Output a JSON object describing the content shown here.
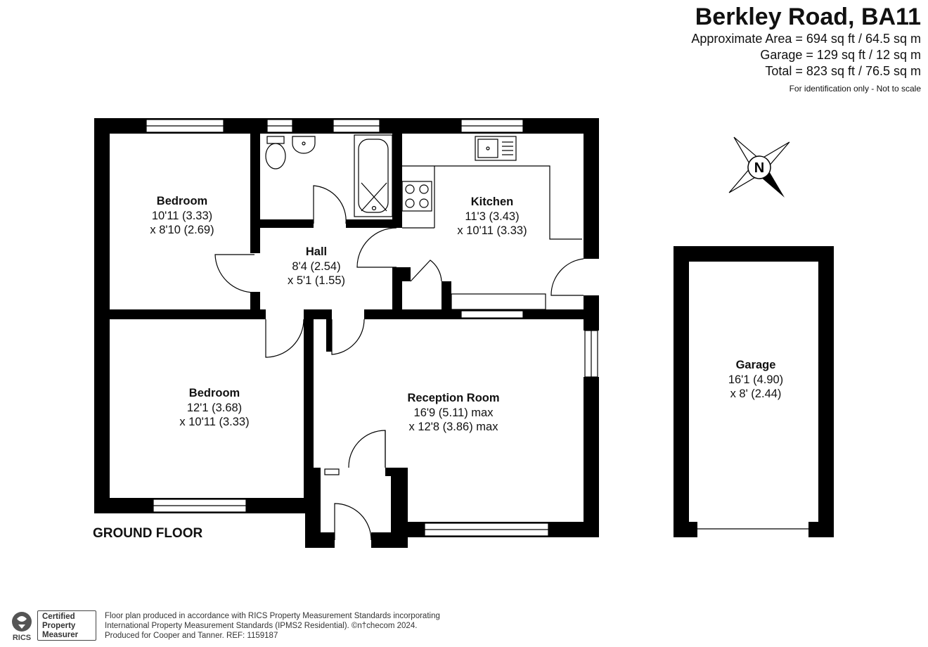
{
  "header": {
    "address": "Berkley Road, BA11",
    "approximate_area": "Approximate Area = 694 sq ft / 64.5 sq m",
    "garage_area": "Garage = 129 sq ft / 12 sq m",
    "total_area": "Total = 823 sq ft / 76.5 sq m",
    "disclaimer": "For identification only - Not to scale"
  },
  "compass": {
    "letter": "N",
    "icon": "north-arrow-compass-icon"
  },
  "rooms": {
    "bedroom1": {
      "name": "Bedroom",
      "dim1": "10'11 (3.33)",
      "dim2": "x 8'10 (2.69)"
    },
    "hall": {
      "name": "Hall",
      "dim1": "8'4 (2.54)",
      "dim2": "x 5'1 (1.55)"
    },
    "kitchen": {
      "name": "Kitchen",
      "dim1": "11'3 (3.43)",
      "dim2": "x 10'11 (3.33)"
    },
    "bedroom2": {
      "name": "Bedroom",
      "dim1": "12'1 (3.68)",
      "dim2": "x 10'11 (3.33)"
    },
    "reception": {
      "name": "Reception Room",
      "dim1": "16'9 (5.11) max",
      "dim2": "x 12'8 (3.86) max"
    },
    "garage": {
      "name": "Garage",
      "dim1": "16'1 (4.90)",
      "dim2": "x 8' (2.44)"
    }
  },
  "floor_label": "GROUND FLOOR",
  "footer": {
    "line1": "Floor plan produced in accordance with RICS Property Measurement Standards incorporating",
    "line2": "International Property Measurement Standards (IPMS2 Residential).  ©n†checom 2024.",
    "line3": "Produced for Cooper and Tanner.    REF:  1159187",
    "rics_logo_text": "RICS",
    "cert_line1": "Certified",
    "cert_line2": "Property",
    "cert_line3": "Measurer"
  },
  "colors": {
    "wall": "#000000",
    "background": "#ffffff",
    "text": "#111111"
  }
}
